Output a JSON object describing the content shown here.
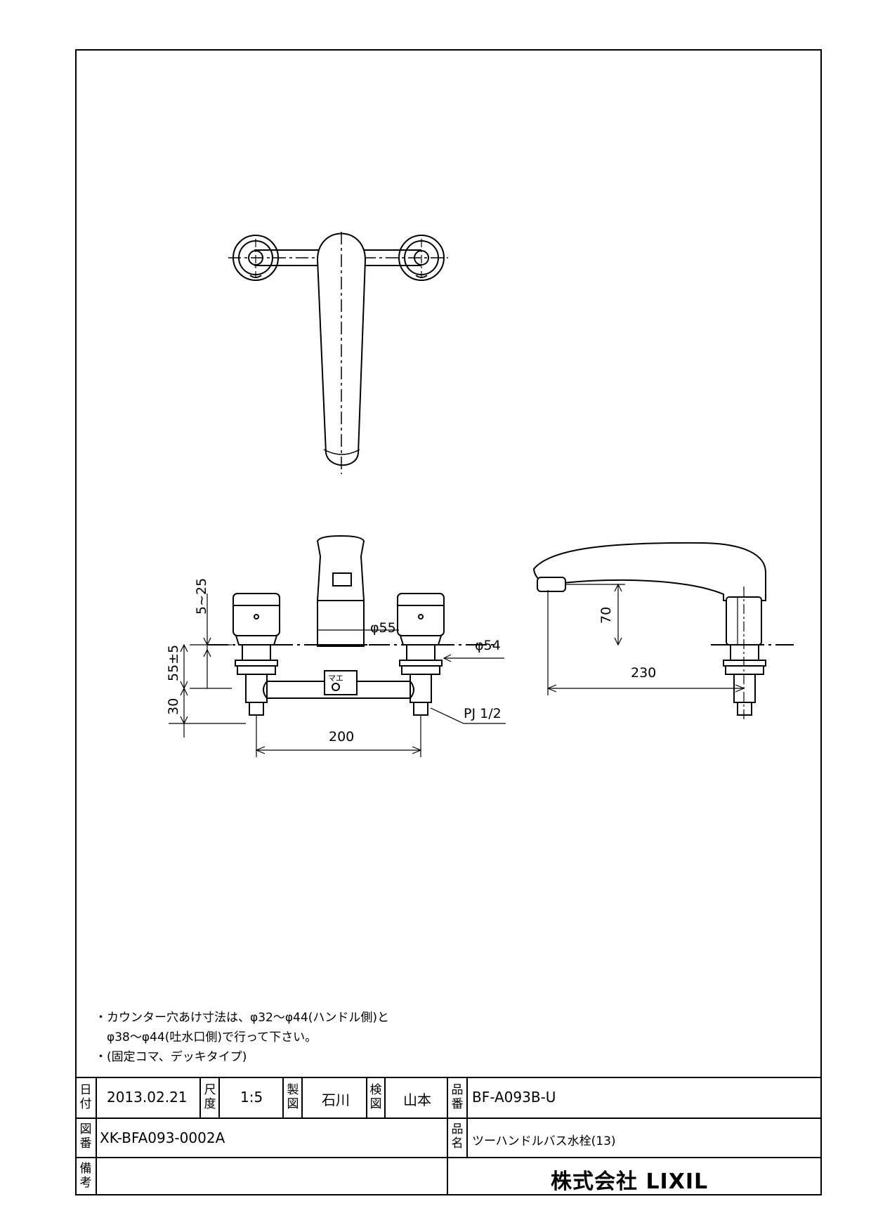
{
  "dimensions": {
    "phi55": "φ55",
    "phi54": "φ54",
    "d5_25": "5~25",
    "d55": "55±5",
    "d30": "30",
    "d200": "200",
    "pj": "PJ 1/2",
    "d70": "70",
    "d230": "230",
    "body_mark": "マエ"
  },
  "notes": [
    "・カウンター穴あけ寸法は、φ32～φ44(ハンドル側)と",
    "　φ38～φ44(吐水口側)で行って下さい。",
    "・(固定コマ、デッキタイプ)"
  ],
  "title_block": {
    "date_label": "日付",
    "date": "2013.02.21",
    "scale_label": "尺度",
    "scale": "1:5",
    "drawn_label": "製図",
    "drawn": "石川",
    "checked_label": "検図",
    "checked": "山本",
    "part_no_label": "品番",
    "part_no": "BF-A093B-U",
    "drawing_no_label": "図番",
    "drawing_no": "XK-BFA093-0002A",
    "product_name_label": "品名",
    "product_name": "ツーハンドルバス水栓(13)",
    "remarks_label": "備考",
    "company": "株式会社 LIXIL"
  }
}
